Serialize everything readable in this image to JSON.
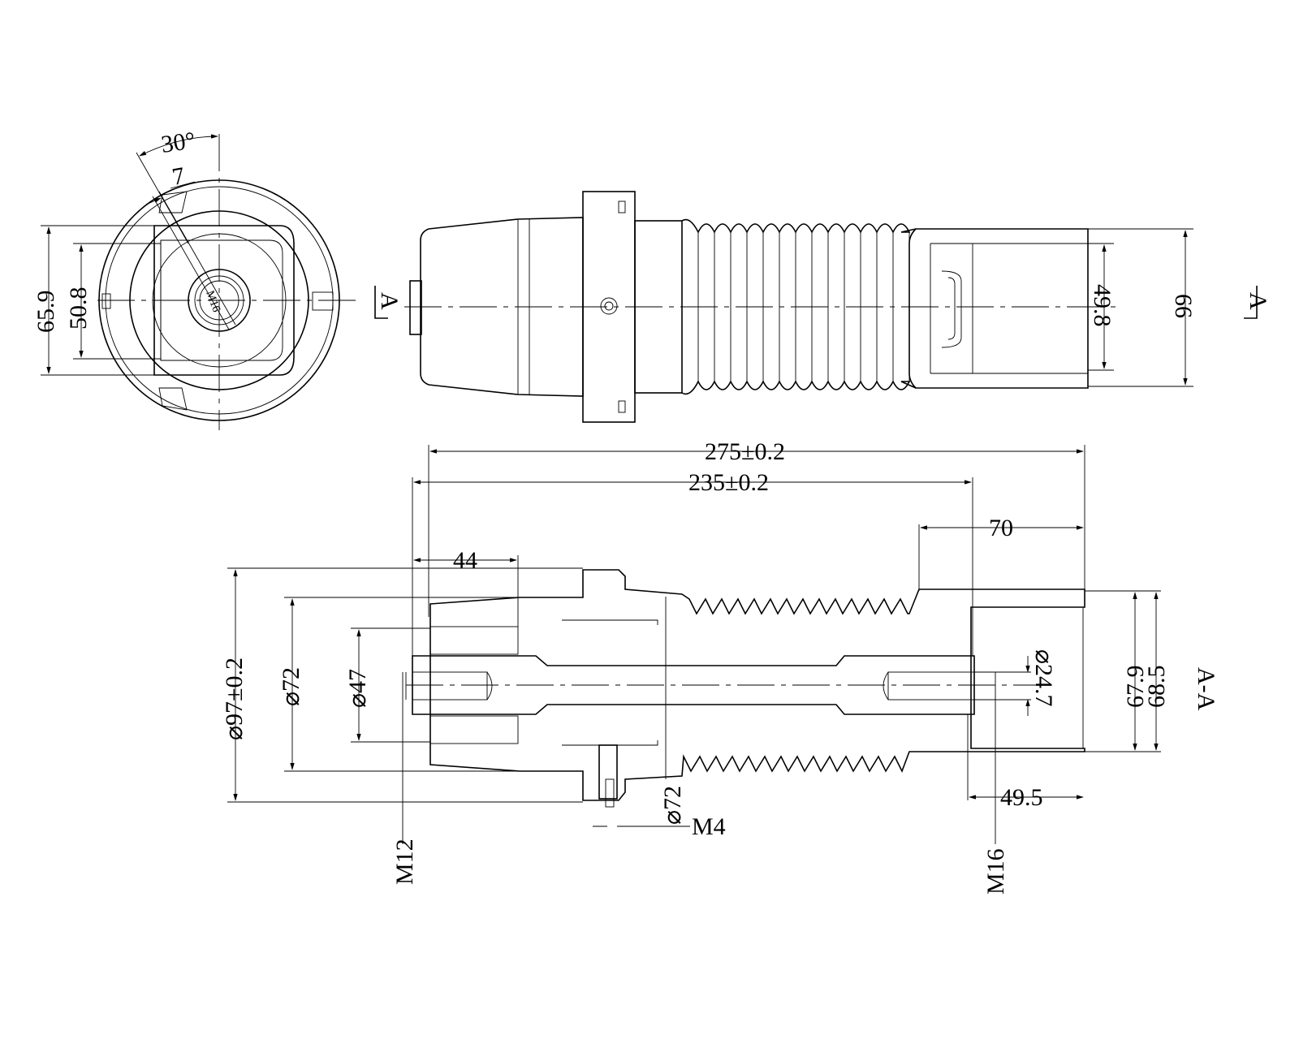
{
  "labels": {
    "angle": "30°",
    "slot": "7",
    "h_65_9": "65.9",
    "h_50_8": "50.8",
    "thread_mark": "M16",
    "section_left": "A",
    "section_right": "A",
    "d_49_8": "49.8",
    "d_66": "66",
    "len_275": "275±0.2",
    "len_235": "235±0.2",
    "len_70": "70",
    "len_44": "44",
    "dia_97": "⌀97±0.2",
    "dia_72_left": "⌀72",
    "dia_47": "⌀47",
    "dia_24_7": "⌀24.7",
    "dia_72_mid": "⌀72",
    "h_67_9": "67.9",
    "h_68_5": "68.5",
    "section_view": "A-A",
    "len_49_5": "49.5",
    "m4": "M4",
    "m12": "M12",
    "m16": "M16"
  },
  "colors": {
    "line": "#000000",
    "background": "#ffffff"
  }
}
